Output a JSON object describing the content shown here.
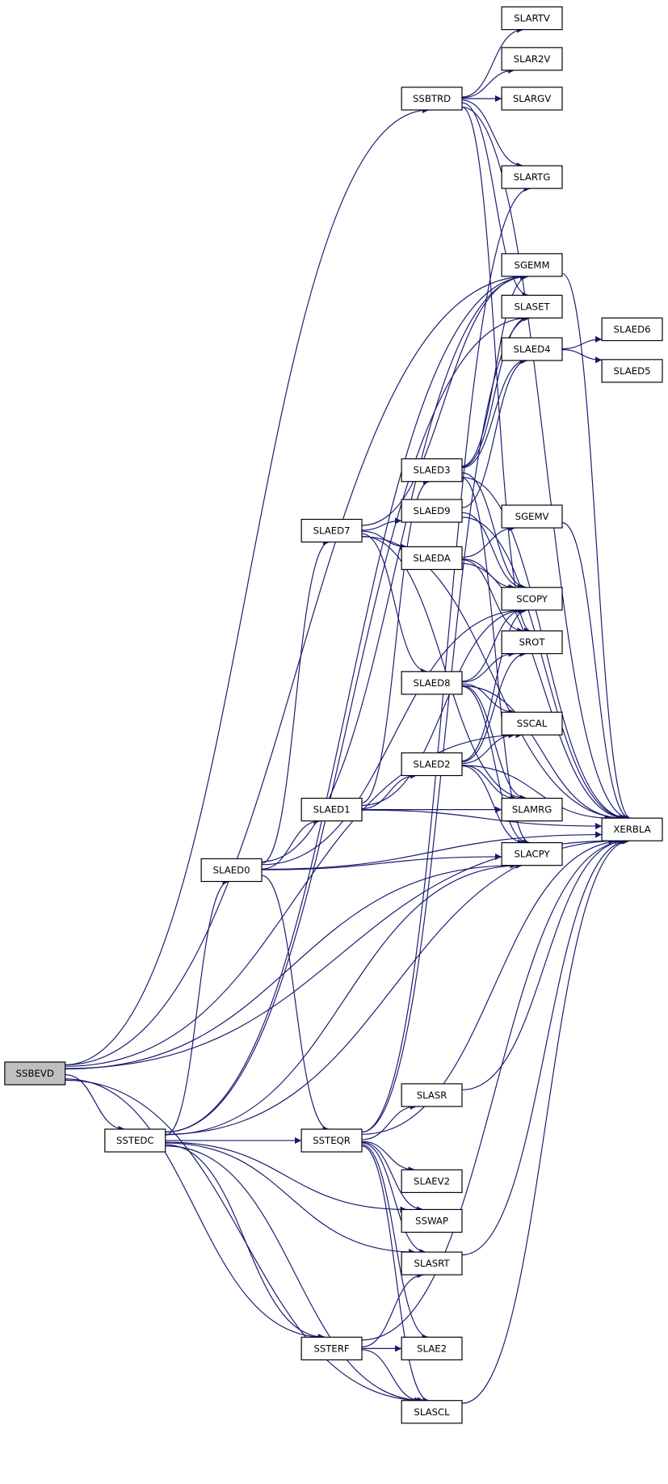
{
  "graph": {
    "title": "SSBEVD call graph",
    "root": "SSBEVD",
    "edge_color": "#191970",
    "root_fill": "#bfbfbf",
    "nodes": [
      {
        "id": "SSBEVD",
        "label": "SSBEVD"
      },
      {
        "id": "SSBTRD",
        "label": "SSBTRD"
      },
      {
        "id": "SLARTV",
        "label": "SLARTV"
      },
      {
        "id": "SLAR2V",
        "label": "SLAR2V"
      },
      {
        "id": "SLARGV",
        "label": "SLARGV"
      },
      {
        "id": "SLARTG",
        "label": "SLARTG"
      },
      {
        "id": "SGEMM",
        "label": "SGEMM"
      },
      {
        "id": "SLASET",
        "label": "SLASET"
      },
      {
        "id": "SLAED6",
        "label": "SLAED6"
      },
      {
        "id": "SLAED4",
        "label": "SLAED4"
      },
      {
        "id": "SLAED5",
        "label": "SLAED5"
      },
      {
        "id": "SLAED3",
        "label": "SLAED3"
      },
      {
        "id": "SGEMV",
        "label": "SGEMV"
      },
      {
        "id": "SLAED9",
        "label": "SLAED9"
      },
      {
        "id": "SLAED7",
        "label": "SLAED7"
      },
      {
        "id": "SLAEDA",
        "label": "SLAEDA"
      },
      {
        "id": "SCOPY",
        "label": "SCOPY"
      },
      {
        "id": "SROT",
        "label": "SROT"
      },
      {
        "id": "SLAED8",
        "label": "SLAED8"
      },
      {
        "id": "SSCAL",
        "label": "SSCAL"
      },
      {
        "id": "SLAED2",
        "label": "SLAED2"
      },
      {
        "id": "SLAMRG",
        "label": "SLAMRG"
      },
      {
        "id": "SLAED1",
        "label": "SLAED1"
      },
      {
        "id": "XERBLA",
        "label": "XERBLA"
      },
      {
        "id": "SLACPY",
        "label": "SLACPY"
      },
      {
        "id": "SLAED0",
        "label": "SLAED0"
      },
      {
        "id": "SLASR",
        "label": "SLASR"
      },
      {
        "id": "SSTEDC",
        "label": "SSTEDC"
      },
      {
        "id": "SSTEQR",
        "label": "SSTEQR"
      },
      {
        "id": "SLAEV2",
        "label": "SLAEV2"
      },
      {
        "id": "SSWAP",
        "label": "SSWAP"
      },
      {
        "id": "SLASRT",
        "label": "SLASRT"
      },
      {
        "id": "SSTERF",
        "label": "SSTERF"
      },
      {
        "id": "SLAE2",
        "label": "SLAE2"
      },
      {
        "id": "SLASCL",
        "label": "SLASCL"
      }
    ],
    "edges": [
      [
        "SSBEVD",
        "SSBTRD"
      ],
      [
        "SSBEVD",
        "SGEMM"
      ],
      [
        "SSBEVD",
        "SSCAL"
      ],
      [
        "SSBEVD",
        "SLACPY"
      ],
      [
        "SSBEVD",
        "SSTEDC"
      ],
      [
        "SSBEVD",
        "SSTERF"
      ],
      [
        "SSBEVD",
        "SLASCL"
      ],
      [
        "SSBEVD",
        "XERBLA"
      ],
      [
        "SSBTRD",
        "SLARTV"
      ],
      [
        "SSBTRD",
        "SLAR2V"
      ],
      [
        "SSBTRD",
        "SLARGV"
      ],
      [
        "SSBTRD",
        "SLARTG"
      ],
      [
        "SSBTRD",
        "SLASET"
      ],
      [
        "SSBTRD",
        "SROT"
      ],
      [
        "SSBTRD",
        "XERBLA"
      ],
      [
        "SSTEDC",
        "SLAED0"
      ],
      [
        "SSTEDC",
        "SSTEQR"
      ],
      [
        "SSTEDC",
        "SSTERF"
      ],
      [
        "SSTEDC",
        "SLASCL"
      ],
      [
        "SSTEDC",
        "SLASRT"
      ],
      [
        "SSTEDC",
        "SSWAP"
      ],
      [
        "SSTEDC",
        "SLACPY"
      ],
      [
        "SSTEDC",
        "SLASET"
      ],
      [
        "SSTEDC",
        "SGEMM"
      ],
      [
        "SSTEDC",
        "XERBLA"
      ],
      [
        "SLAED0",
        "SLAED1"
      ],
      [
        "SLAED0",
        "SLAED7"
      ],
      [
        "SLAED0",
        "SSTEQR"
      ],
      [
        "SLAED0",
        "SLACPY"
      ],
      [
        "SLAED0",
        "SCOPY"
      ],
      [
        "SLAED0",
        "SGEMM"
      ],
      [
        "SLAED0",
        "XERBLA"
      ],
      [
        "SLAED1",
        "SLAED2"
      ],
      [
        "SLAED1",
        "SLAED3"
      ],
      [
        "SLAED1",
        "SCOPY"
      ],
      [
        "SLAED1",
        "SLAMRG"
      ],
      [
        "SLAED1",
        "XERBLA"
      ],
      [
        "SLAED7",
        "SLAED8"
      ],
      [
        "SLAED7",
        "SLAED9"
      ],
      [
        "SLAED7",
        "SLAEDA"
      ],
      [
        "SLAED7",
        "SLAMRG"
      ],
      [
        "SLAED7",
        "SGEMM"
      ],
      [
        "SLAED7",
        "XERBLA"
      ],
      [
        "SLAED3",
        "SLAED4"
      ],
      [
        "SLAED3",
        "SCOPY"
      ],
      [
        "SLAED3",
        "SGEMM"
      ],
      [
        "SLAED3",
        "SLACPY"
      ],
      [
        "SLAED3",
        "SLASET"
      ],
      [
        "SLAED3",
        "XERBLA"
      ],
      [
        "SLAED9",
        "SLAED4"
      ],
      [
        "SLAED9",
        "SCOPY"
      ],
      [
        "SLAED9",
        "XERBLA"
      ],
      [
        "SLAEDA",
        "SGEMV"
      ],
      [
        "SLAEDA",
        "SCOPY"
      ],
      [
        "SLAEDA",
        "SROT"
      ],
      [
        "SLAEDA",
        "XERBLA"
      ],
      [
        "SLAED8",
        "SCOPY"
      ],
      [
        "SLAED8",
        "SROT"
      ],
      [
        "SLAED8",
        "SSCAL"
      ],
      [
        "SLAED8",
        "SLACPY"
      ],
      [
        "SLAED8",
        "SLAMRG"
      ],
      [
        "SLAED8",
        "XERBLA"
      ],
      [
        "SLAED2",
        "SCOPY"
      ],
      [
        "SLAED2",
        "SROT"
      ],
      [
        "SLAED2",
        "SSCAL"
      ],
      [
        "SLAED2",
        "SLACPY"
      ],
      [
        "SLAED2",
        "SLAMRG"
      ],
      [
        "SLAED2",
        "XERBLA"
      ],
      [
        "SLAED4",
        "SLAED5"
      ],
      [
        "SLAED4",
        "SLAED6"
      ],
      [
        "SSTEQR",
        "SLASR"
      ],
      [
        "SSTEQR",
        "SLAEV2"
      ],
      [
        "SSTEQR",
        "SSWAP"
      ],
      [
        "SSTEQR",
        "SLASRT"
      ],
      [
        "SSTEQR",
        "SLAE2"
      ],
      [
        "SSTEQR",
        "SLASCL"
      ],
      [
        "SSTEQR",
        "SLARTG"
      ],
      [
        "SSTEQR",
        "SLASET"
      ],
      [
        "SSTEQR",
        "XERBLA"
      ],
      [
        "SSTERF",
        "SLAE2"
      ],
      [
        "SSTERF",
        "SLASRT"
      ],
      [
        "SSTERF",
        "SLASCL"
      ],
      [
        "SSTERF",
        "XERBLA"
      ],
      [
        "SLASR",
        "XERBLA"
      ],
      [
        "SLASRT",
        "XERBLA"
      ],
      [
        "SLASCL",
        "XERBLA"
      ],
      [
        "SGEMV",
        "XERBLA"
      ],
      [
        "SGEMM",
        "XERBLA"
      ]
    ]
  }
}
